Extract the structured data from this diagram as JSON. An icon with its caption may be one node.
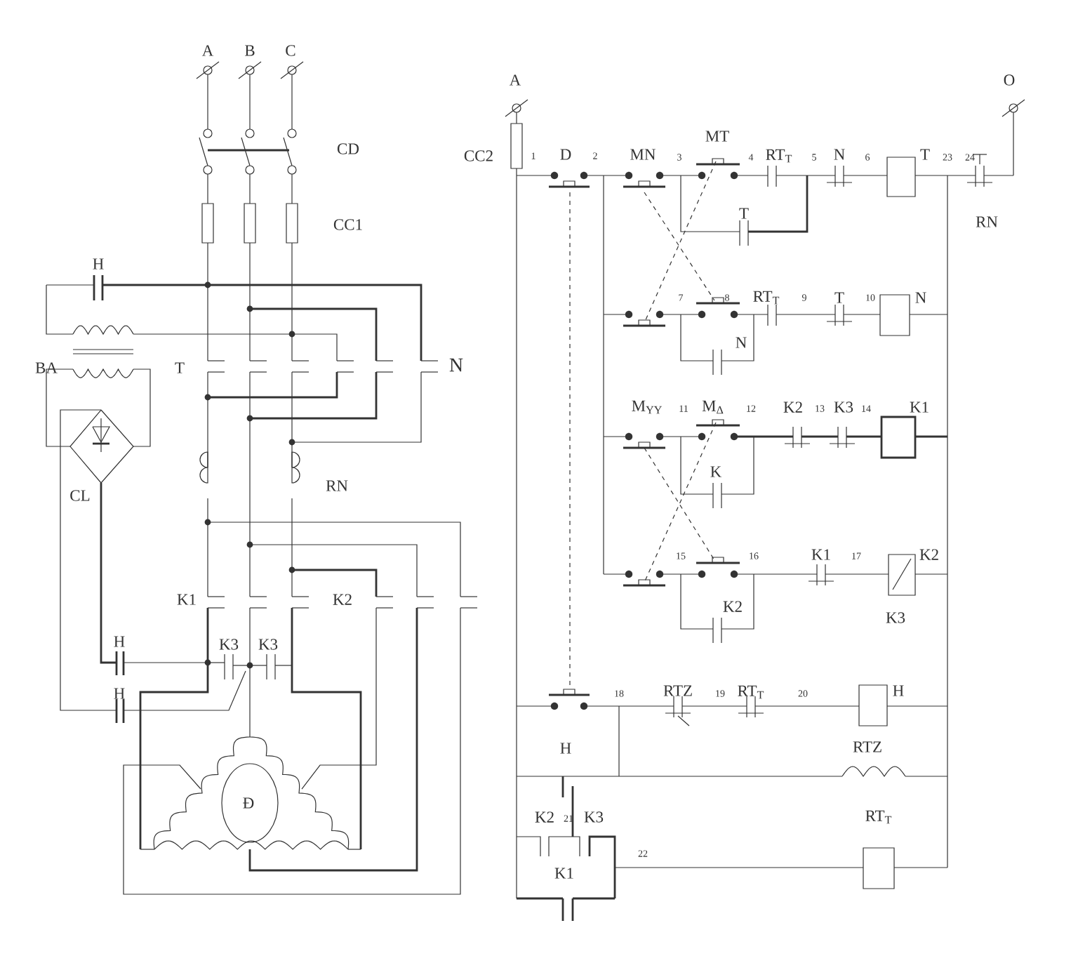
{
  "diagram": {
    "labels": [
      "A",
      "B",
      "C",
      "CD",
      "CC1",
      "H",
      "BA",
      "T",
      "N",
      "CL",
      "RN",
      "K1",
      "K2",
      "H",
      "K3",
      "K3",
      "H",
      "Đ",
      "A",
      "O",
      "CC2",
      "1",
      "D",
      "2",
      "MN",
      "3",
      "MT",
      "4",
      "RT$_{T}$",
      "5",
      "N",
      "6",
      "T",
      "23",
      "24",
      "T",
      "RN",
      "7",
      "8",
      "RT$_{T}$",
      "9",
      "T",
      "10",
      "N",
      "N",
      "M$_{YY}$",
      "11",
      "M$_{Δ}$",
      "12",
      "K2",
      "13",
      "K3",
      "14",
      "K1",
      "K",
      "15",
      "16",
      "K1",
      "17",
      "K2",
      "K2",
      "K3",
      "18",
      "RTZ",
      "19",
      "RT$_{T}$",
      "20",
      "H",
      "H",
      "RTZ",
      "K2",
      "21",
      "K3",
      "RT$_{T}$",
      "K1",
      "22"
    ]
  }
}
